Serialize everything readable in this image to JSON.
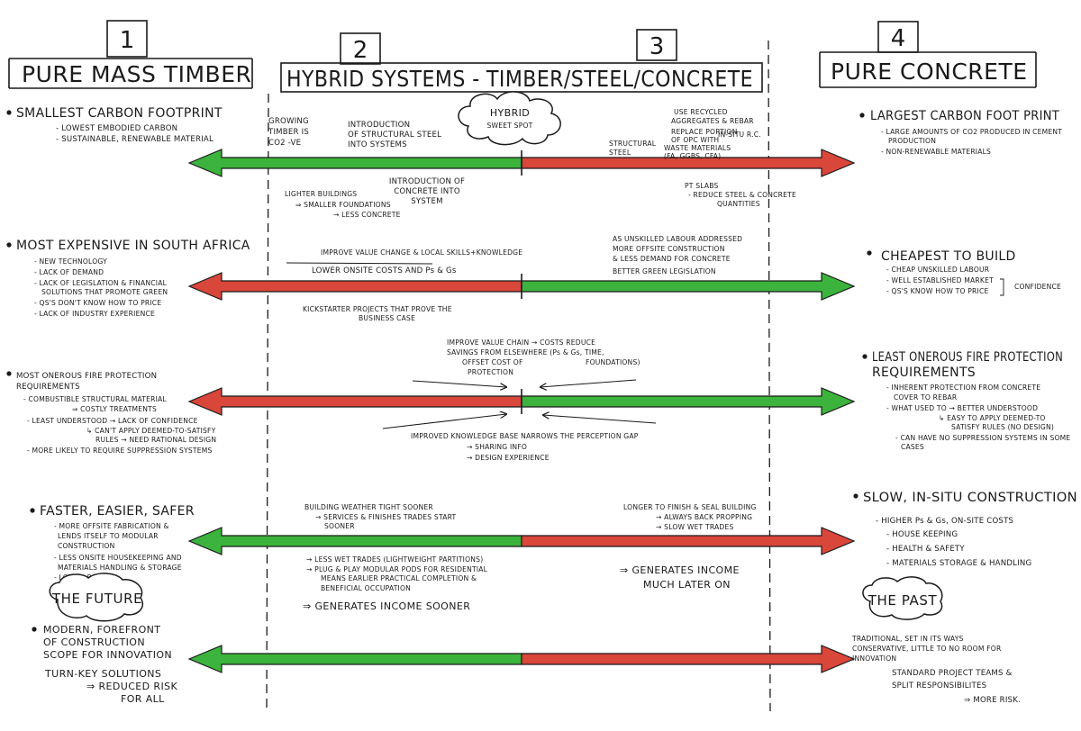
{
  "columns": [
    {
      "number": "1",
      "title": "PURE MASS TIMBER"
    },
    {
      "number": "2",
      "title": "HYBRID SYSTEMS - TIMBER/STEEL/CONCRETE"
    },
    {
      "number": "3",
      "title": ""
    },
    {
      "number": "4",
      "title": "PURE CONCRETE"
    }
  ],
  "colors": {
    "green": "#3cb33c",
    "red": "#d9463a",
    "ink": "#1a1a1a"
  },
  "row1": {
    "left_title": "SMALLEST CARBON FOOTPRINT",
    "left_items": [
      "- LOWEST EMBODIED CARBON",
      "- SUSTAINABLE, RENEWABLE MATERIAL"
    ],
    "cloud": [
      "HYBRID",
      "SWEET SPOT"
    ],
    "growing": [
      "GROWING",
      "TIMBER IS",
      "CO2 -VE"
    ],
    "steel_intro": [
      "INTRODUCTION",
      "OF STRUCTURAL STEEL",
      "INTO SYSTEMS"
    ],
    "concrete_intro": [
      "INTRODUCTION OF",
      "CONCRETE INTO",
      "SYSTEM"
    ],
    "lighter": [
      "LIGHTER BUILDINGS",
      "⇒ SMALLER FOUNDATIONS",
      "→ LESS CONCRETE"
    ],
    "recycled": [
      "USE RECYCLED",
      "AGGREGATES & REBAR",
      "REPLACE PORTION",
      "OF OPC WITH",
      "WASTE MATERIALS",
      "(FA, GGBS, CFA)"
    ],
    "structural_steel": [
      "STRUCTURAL",
      "STEEL"
    ],
    "insitu": "IN-SITU R.C.",
    "pt_slabs": [
      "PT SLABS",
      "- REDUCE STEEL & CONCRETE",
      "QUANTITIES"
    ],
    "right_title": "LARGEST CARBON FOOT PRINT",
    "right_items": [
      "- LARGE AMOUNTS OF CO2 PRODUCED IN CEMENT",
      "PRODUCTION",
      "- NON-RENEWABLE MATERIALS"
    ]
  },
  "row2": {
    "left_title": "MOST EXPENSIVE IN SOUTH AFRICA",
    "left_items": [
      "- NEW TECHNOLOGY",
      "- LACK OF DEMAND",
      "- LACK OF LEGISLATION & FINANCIAL",
      "SOLUTIONS THAT PROMOTE GREEN",
      "- QS'S DON'T KNOW HOW TO PRICE",
      "- LACK OF INDUSTRY EXPERIENCE"
    ],
    "improve": "IMPROVE VALUE CHANGE & LOCAL SKILLS+KNOWLEDGE",
    "lower": "LOWER ONSITE COSTS AND Ps & Gs",
    "kick": [
      "KICKSTARTER PROJECTS THAT PROVE THE",
      "BUSINESS CASE"
    ],
    "labour": [
      "AS UNSKILLED LABOUR ADDRESSED",
      "MORE OFFSITE CONSTRUCTION",
      "& LESS DEMAND FOR CONCRETE"
    ],
    "green": "BETTER GREEN LEGISLATION",
    "right_title": "CHEAPEST TO BUILD",
    "right_items": [
      "- CHEAP UNSKILLED LABOUR",
      "- WELL ESTABLISHED MARKET",
      "- QS'S KNOW HOW TO PRICE"
    ],
    "confidence": "CONFIDENCE"
  },
  "row3": {
    "left_title": [
      "MOST ONEROUS FIRE PROTECTION",
      "REQUIREMENTS"
    ],
    "left_items": [
      "- COMBUSTIBLE STRUCTURAL MATERIAL",
      "⇒ COSTLY TREATMENTS",
      "- LEAST UNDERSTOOD → LACK OF CONFIDENCE",
      "↳ CAN'T APPLY DEEMED-TO-SATISFY",
      "RULES → NEED RATIONAL DESIGN",
      "- MORE LIKELY TO REQUIRE SUPPRESSION SYSTEMS"
    ],
    "top": [
      "IMPROVE VALUE CHAIN → COSTS REDUCE",
      "SAVINGS FROM ELSEWHERE (Ps & Gs, TIME,",
      "OFFSET COST OF",
      "PROTECTION",
      "FOUNDATIONS)"
    ],
    "bottom": [
      "IMPROVED KNOWLEDGE BASE NARROWS THE PERCEPTION GAP",
      "→ SHARING INFO",
      "→ DESIGN EXPERIENCE"
    ],
    "right_title": [
      "LEAST ONEROUS FIRE PROTECTION",
      "REQUIREMENTS"
    ],
    "right_items": [
      "- INHERENT PROTECTION FROM CONCRETE",
      "COVER TO REBAR",
      "- WHAT USED TO → BETTER UNDERSTOOD",
      "↳ EASY TO APPLY DEEMED-TO",
      "SATISFY RULES (NO DESIGN)",
      "- CAN HAVE NO SUPPRESSION SYSTEMS IN SOME",
      "CASES"
    ]
  },
  "row4": {
    "left_title": "FASTER, EASIER, SAFER",
    "left_items": [
      "- MORE OFFSITE FABRICATION &",
      "LENDS ITSELF TO MODULAR",
      "CONSTRUCTION",
      "- LESS ONSITE HOUSEKEEPING AND",
      "MATERIALS HANDLING & STORAGE",
      "- LOWER Ps & Gs"
    ],
    "weather": [
      "BUILDING WEATHER TIGHT SOONER",
      "→ SERVICES & FINISHES TRADES START",
      "SOONER"
    ],
    "wet": [
      "→ LESS WET TRADES (LIGHTWEIGHT PARTITIONS)",
      "→ PLUG & PLAY MODULAR PODS FOR RESIDENTIAL",
      "MEANS EARLIER PRACTICAL COMPLETION &",
      "BENEFICIAL OCCUPATION"
    ],
    "income_soon": "⇒ GENERATES INCOME SOONER",
    "longer": [
      "LONGER TO FINISH & SEAL BUILDING",
      "→ ALWAYS BACK PROPPING",
      "→ SLOW WET TRADES"
    ],
    "income_late": [
      "⇒ GENERATES INCOME",
      "MUCH LATER ON"
    ],
    "right_title": "SLOW, IN-SITU CONSTRUCTION",
    "right_items": [
      "- HIGHER Ps & Gs, ON-SITE COSTS",
      "- HOUSE KEEPING",
      "- HEALTH & SAFETY",
      "- MATERIALS STORAGE & HANDLING"
    ]
  },
  "row5": {
    "future": "THE FUTURE",
    "left_items": [
      "MODERN, FOREFRONT",
      "OF CONSTRUCTION",
      "SCOPE FOR INNOVATION",
      "TURN-KEY SOLUTIONS",
      "⇒ REDUCED RISK",
      "FOR ALL"
    ],
    "past": "THE PAST",
    "right_items": [
      "TRADITIONAL, SET IN ITS WAYS",
      "CONSERVATIVE, LITTLE TO NO ROOM FOR",
      "INNOVATION",
      "STANDARD PROJECT TEAMS &",
      "SPLIT RESPONSIBILITES",
      "⇒ MORE RISK."
    ]
  },
  "arrows": [
    {
      "name": "carbon",
      "split": 0.5
    },
    {
      "name": "cost",
      "split": 0.5
    },
    {
      "name": "fire",
      "split": 0.5
    },
    {
      "name": "speed",
      "split": 0.5
    },
    {
      "name": "future",
      "split": 0.5
    }
  ]
}
